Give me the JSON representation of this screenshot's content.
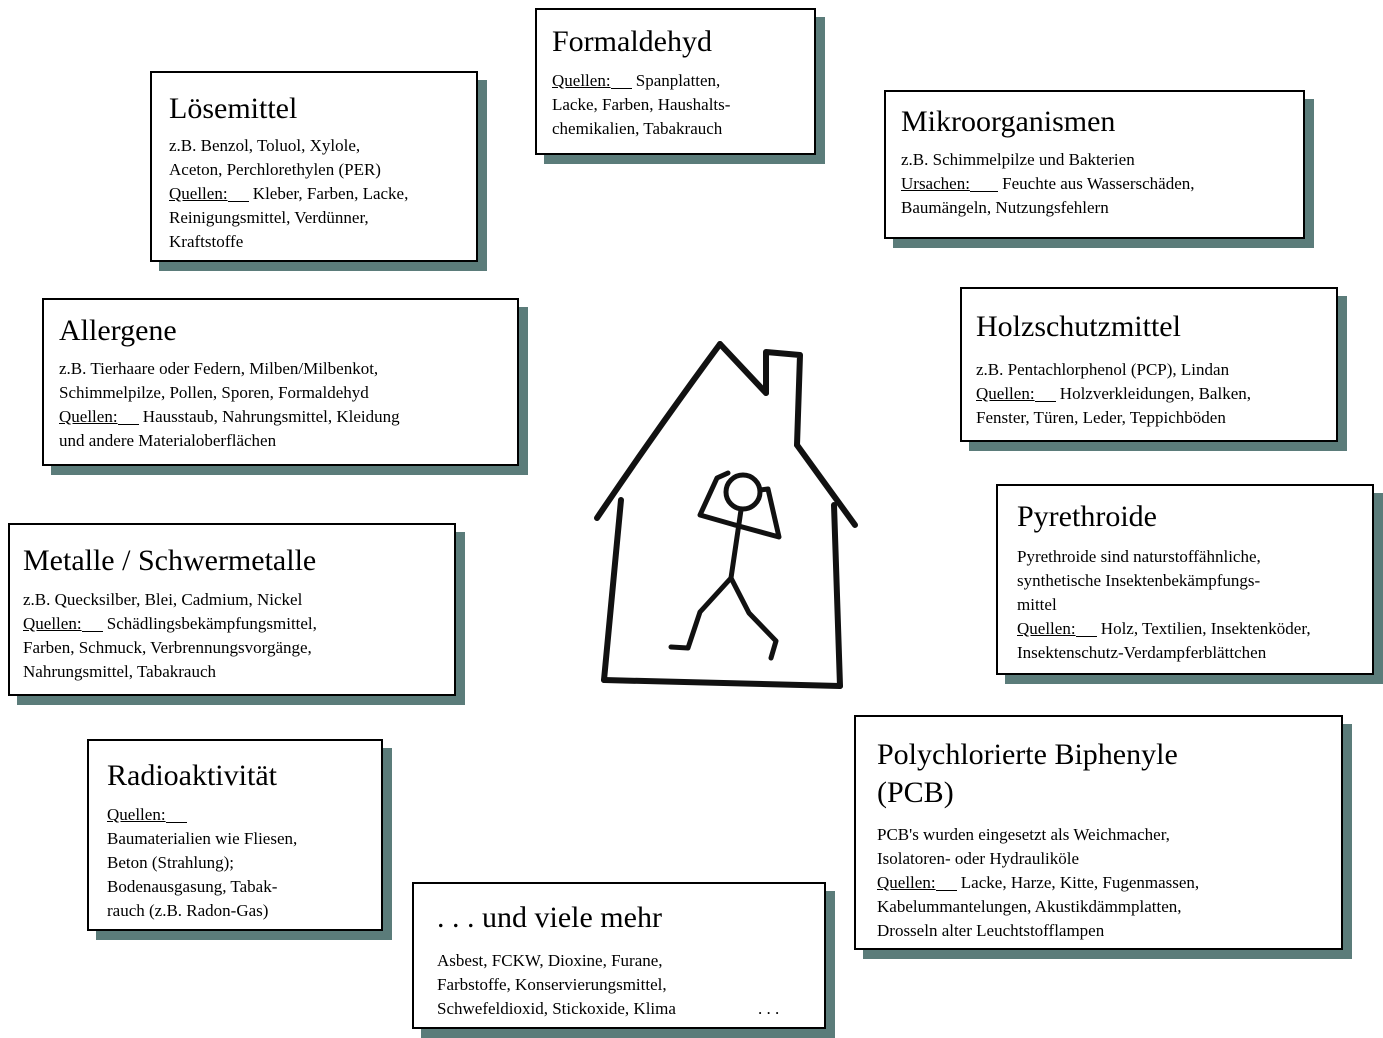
{
  "colors": {
    "shadow": "#5b7c7a",
    "border": "#000000",
    "background": "#ffffff"
  },
  "boxes": {
    "formaldehyd": {
      "title": "Formaldehyd",
      "lines": [
        {
          "label": "Quellen:",
          "text": "Spanplatten,"
        },
        {
          "text": "Lacke, Farben, Haushalts-"
        },
        {
          "text": "chemikalien, Tabakrauch"
        }
      ]
    },
    "loesemittel": {
      "title": "Lösemittel",
      "lines": [
        {
          "text": "z.B. Benzol, Toluol, Xylole,"
        },
        {
          "text": "Aceton, Perchlorethylen (PER)"
        },
        {
          "label": "Quellen:",
          "text": "Kleber, Farben, Lacke,"
        },
        {
          "text": "Reinigungsmittel, Verdünner,"
        },
        {
          "text": "Kraftstoffe"
        }
      ]
    },
    "mikroorganismen": {
      "title": "Mikroorganismen",
      "lines": [
        {
          "text": "z.B. Schimmelpilze und Bakterien"
        },
        {
          "label": "Ursachen:",
          "text": "Feuchte aus Wasserschäden,"
        },
        {
          "text": "Baumängeln, Nutzungsfehlern"
        }
      ]
    },
    "allergene": {
      "title": "Allergene",
      "lines": [
        {
          "text": "z.B. Tierhaare oder Federn, Milben/Milbenkot,"
        },
        {
          "text": "Schimmelpilze, Pollen, Sporen, Formaldehyd"
        },
        {
          "label": "Quellen:",
          "text": "Hausstaub, Nahrungsmittel, Kleidung"
        },
        {
          "text": "und andere Materialoberflächen"
        }
      ]
    },
    "holzschutzmittel": {
      "title": "Holzschutzmittel",
      "lines": [
        {
          "text": "z.B. Pentachlorphenol (PCP), Lindan"
        },
        {
          "label": "Quellen:",
          "text": "Holzverkleidungen, Balken,"
        },
        {
          "text": "Fenster, Türen, Leder, Teppichböden"
        }
      ]
    },
    "metalle": {
      "title": "Metalle / Schwermetalle",
      "lines": [
        {
          "text": "z.B. Quecksilber, Blei, Cadmium, Nickel"
        },
        {
          "label": "Quellen:",
          "text": "Schädlingsbekämpfungsmittel,"
        },
        {
          "text": "Farben, Schmuck, Verbrennungsvorgänge,"
        },
        {
          "text": "Nahrungsmittel, Tabakrauch"
        }
      ]
    },
    "pyrethroide": {
      "title": "Pyrethroide",
      "lines": [
        {
          "text": "Pyrethroide sind naturstoffähnliche,"
        },
        {
          "text": "synthetische Insektenbekämpfungs-"
        },
        {
          "text": "mittel"
        },
        {
          "label": "Quellen:",
          "text": "Holz, Textilien, Insektenköder,"
        },
        {
          "text": "Insektenschutz-Verdampferblättchen"
        }
      ]
    },
    "radioaktivitaet": {
      "title": "Radioaktivität",
      "lines": [
        {
          "label": "Quellen:"
        },
        {
          "text": "Baumaterialien wie Fliesen,"
        },
        {
          "text": "Beton (Strahlung);"
        },
        {
          "text": "Bodenausgasung, Tabak-"
        },
        {
          "text": "rauch (z.B. Radon-Gas)"
        }
      ]
    },
    "mehr": {
      "title": ". . . und viele mehr",
      "lines": [
        {
          "text": "Asbest, FCKW, Dioxine, Furane,"
        },
        {
          "text": "Farbstoffe, Konservierungsmittel,"
        },
        {
          "text": "Schwefeldioxid, Stickoxide, Klima"
        }
      ],
      "ellipsis": ". . ."
    },
    "pcb": {
      "title_lines": [
        "Polychlorierte Biphenyle",
        "(PCB)"
      ],
      "lines": [
        {
          "text": "PCB's wurden eingesetzt als Weichmacher,"
        },
        {
          "text": "Isolatoren- oder Hydrauliköle"
        },
        {
          "label": "Quellen:",
          "text": "Lacke, Harze, Kitte, Fugenmassen,"
        },
        {
          "text": "Kabelummantelungen, Akustikdämmplatten,"
        },
        {
          "text": "Drosseln alter Leuchtstofflampen"
        }
      ]
    }
  }
}
